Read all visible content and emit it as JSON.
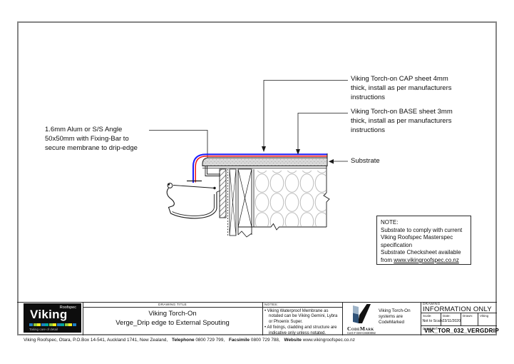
{
  "colors": {
    "cap": "#1a1aff",
    "base": "#f01414",
    "substrate_fill": "#d8d8d8",
    "frame": "#858585",
    "logo_bg": "#0d0d0d",
    "codemark_light": "#9db3c8",
    "codemark_dark": "#2f5278"
  },
  "logo": {
    "brand": "Viking",
    "sub": "Roofspec",
    "tagline": "Taking care of detail",
    "bar_colors": [
      "#1f7fc4",
      "#8dc63f",
      "#f5eb1e",
      "#1f7fc4",
      "#00a79d",
      "#8dc63f",
      "#f5eb1e",
      "#1f7fc4",
      "#00a79d",
      "#8dc63f",
      "#f5eb1e",
      "#1f7fc4"
    ]
  },
  "annotations": {
    "angle": [
      "1.6mm Alum or S/S Angle",
      "50x50mm with Fixing-Bar to",
      "secure membrane to drip-edge"
    ],
    "cap": [
      "Viking Torch-on CAP sheet 4mm",
      "thick, install as per manufacturers",
      "instructions"
    ],
    "base": [
      "Viking Torch-on BASE sheet 3mm",
      "thick, install as per manufacturers",
      "instructions"
    ],
    "substrate": "Substrate"
  },
  "note_box": {
    "lines": [
      "NOTE:",
      "Substrate to comply with current",
      "Viking Roofspec Masterspec",
      "specification",
      "Substrate Checksheet available"
    ],
    "link_prefix": "from ",
    "link": "www.vikingroofspec.co.nz"
  },
  "title_block": {
    "drawing_title_label": "DRAWING TITLE",
    "title_line1": "Viking Torch-On",
    "title_line2": "Verge_Drip edge to External Spouting",
    "notes_label": "NOTES:",
    "notes_items": [
      "Viking Waterproof Membrane as notated can be Viking Gemini, Lybra or Phoenix Super.",
      "All fixings, cladding and structure are indicative only unless notated."
    ],
    "codemark": {
      "name": "CodeMark",
      "cert": "Cert # GM-CM30092",
      "caption": [
        "Viking Torch-On",
        "systems are",
        "CodeMarked"
      ]
    },
    "info": {
      "drawing_label": "DRAWING",
      "status": "INFORMATION ONLY",
      "scale_label": "Scale:",
      "scale_value": "Not to Scale",
      "date_label": "Date:",
      "date_value": "23/11/2020",
      "drawn_label": "Drawn:",
      "drawn_value": "Viking",
      "ref_label": "Detail Ref:",
      "ref_value": "VIK_TOR_032_VERGDRIP"
    }
  },
  "footer": {
    "address": "Viking Roofspec, Otara, P.O.Box 14-541, Auckland 1741, New Zealand,",
    "tel_label": "Telephone",
    "tel": "0800 729 799,",
    "fax_label": "Facsimile",
    "fax": "0800 729 788,",
    "web_label": "Website",
    "web": "www.vikingroofspec.co.nz"
  }
}
